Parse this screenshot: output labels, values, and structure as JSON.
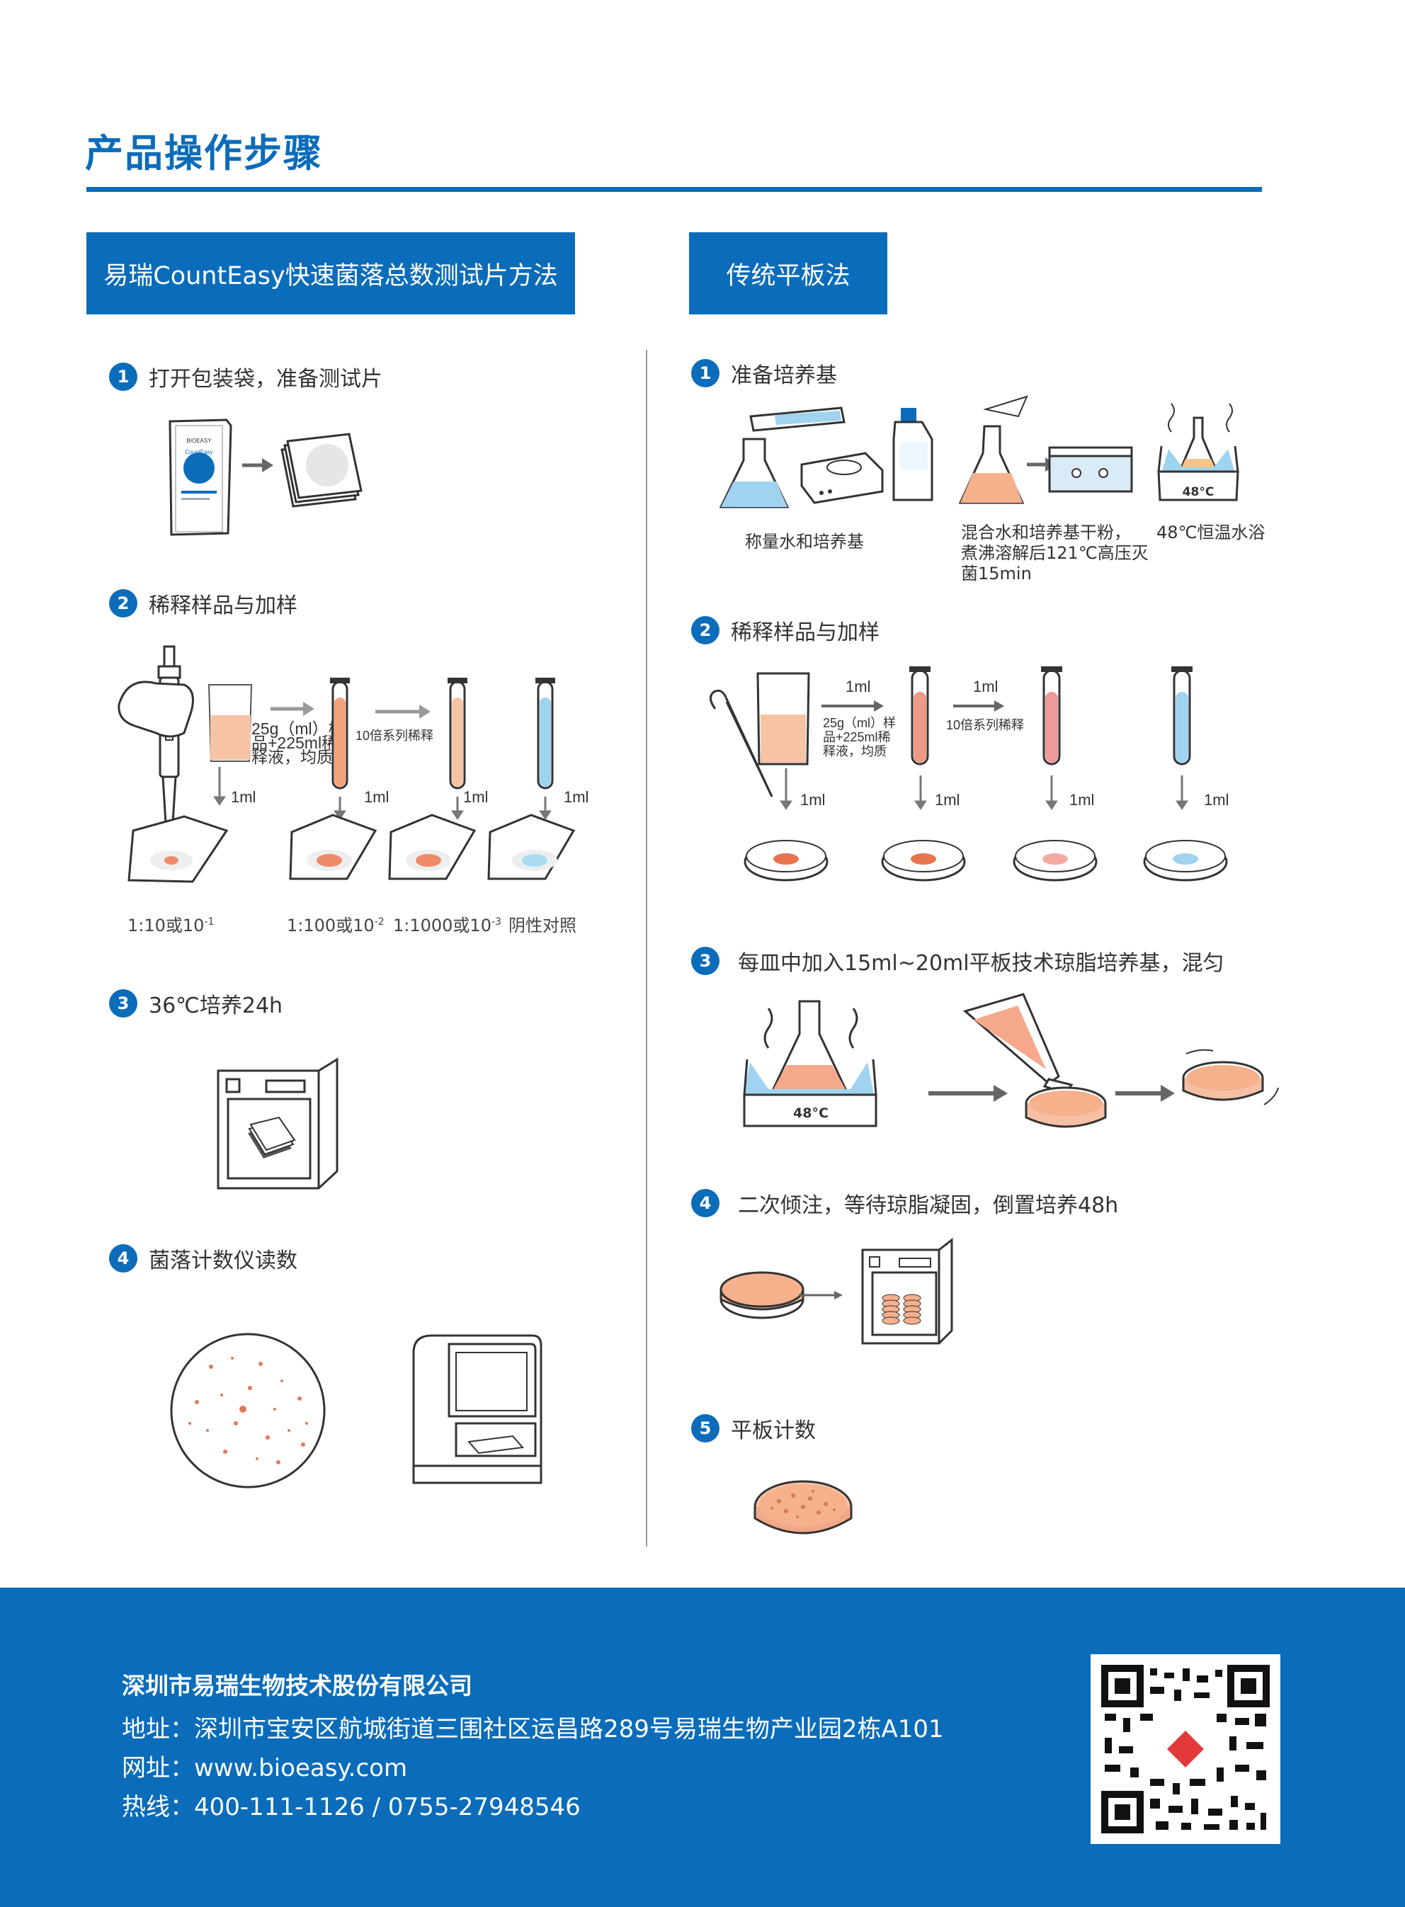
{
  "page_title": "产品操作步骤",
  "left_tab": "易瑞CountEasy快速菌落总数测试片方法",
  "right_tab": "传统平板法",
  "left_steps": [
    {
      "num": "1",
      "text": "打开包装袋，准备测试片"
    },
    {
      "num": "2",
      "text": "稀释样品与加样"
    },
    {
      "num": "3",
      "text": "36℃培养24h"
    },
    {
      "num": "4",
      "text": "菌落计数仪读数"
    }
  ],
  "right_steps": [
    {
      "num": "1",
      "text": "准备培养基"
    },
    {
      "num": "2",
      "text": "稀释样品与加样"
    },
    {
      "num": "3",
      "text": "每皿中加入15ml~20ml平板技术琼脂培养基，混匀"
    },
    {
      "num": "4",
      "text": "二次倾注，等待琼脂凝固，倒置培养48h"
    },
    {
      "num": "5",
      "text": "平板计数"
    }
  ],
  "left_dilution": {
    "sample_note": [
      "25g（ml）样",
      "品+225ml稀",
      "释液，均质"
    ],
    "series_note": "10倍系列稀释",
    "volume": "1ml",
    "labels": [
      "1:10或10",
      "1:100或10",
      "1:1000或10",
      "阴性对照"
    ],
    "exponents": [
      "-1",
      "-2",
      "-3",
      ""
    ]
  },
  "right_prep": {
    "captions": [
      "称量水和培养基",
      "混合水和培养基干粉，",
      "煮沸溶解后121℃高压灭",
      "菌15min",
      "48℃恒温水浴"
    ],
    "bath_temp": "48°C"
  },
  "right_dilution": {
    "sample_note": [
      "25g（ml）样",
      "品+225ml稀",
      "释液，均质"
    ],
    "series_note": "10倍系列稀释",
    "volume": "1ml"
  },
  "step3_bath_temp": "48°C",
  "package_brand": "BIOEASY",
  "package_product": "CountEasy",
  "footer": {
    "company": "深圳市易瑞生物技术股份有限公司",
    "address": "地址：深圳市宝安区航城街道三围社区运昌路289号易瑞生物产业园2栋A101",
    "website": "网址：www.bioeasy.com",
    "hotline": "热线：400-111-1126 / 0755-27948546"
  },
  "colors": {
    "brand_blue": "#0b6cba",
    "sample_orange": "#f2a27a",
    "control_blue": "#9fd3ef"
  }
}
